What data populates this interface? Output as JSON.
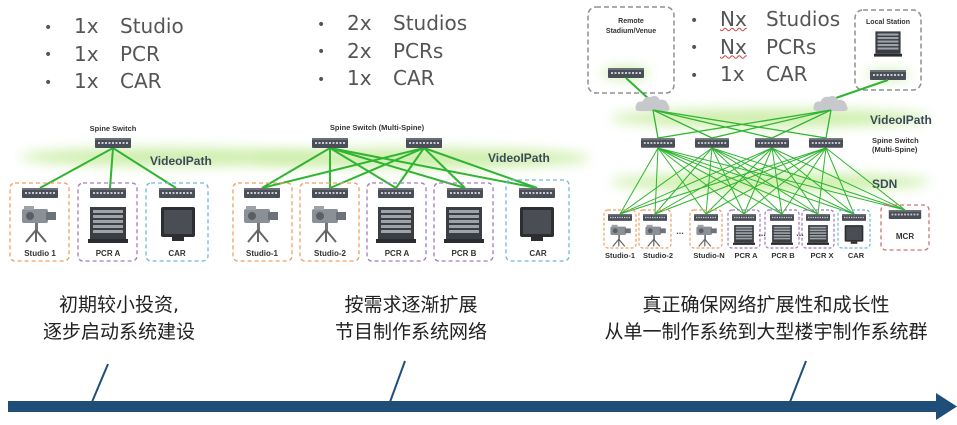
{
  "stages": [
    {
      "bullets": [
        {
          "count": "1x",
          "item": "Studio"
        },
        {
          "count": "1x",
          "item": "PCR"
        },
        {
          "count": "1x",
          "item": "CAR"
        }
      ],
      "spine_label": "Spine Switch",
      "fabric_label": "VideoIPath",
      "rooms": [
        "Studio 1",
        "PCR A",
        "CAR"
      ],
      "caption": [
        "初期较小投资,",
        "逐步启动系统建设"
      ]
    },
    {
      "bullets": [
        {
          "count": "2x",
          "item": "Studios"
        },
        {
          "count": "2x",
          "item": "PCRs"
        },
        {
          "count": "1x",
          "item": "CAR"
        }
      ],
      "spine_label": "Spine Switch (Multi-Spine)",
      "fabric_label": "VideoIPath",
      "rooms": [
        "Studio-1",
        "Studio-2",
        "PCR A",
        "PCR B",
        "CAR"
      ],
      "caption": [
        "按需求逐渐扩展",
        "节目制作系统网络"
      ]
    },
    {
      "bullets": [
        {
          "count": "Nx",
          "item": "Studios"
        },
        {
          "count": "Nx",
          "item": "PCRs"
        },
        {
          "count": "1x",
          "item": "CAR"
        }
      ],
      "remote_label": [
        "Remote",
        "Stadium/Venue"
      ],
      "local_label": "Local Station",
      "fabric_label": "VideoIPath",
      "spine_label": [
        "Spine Switch",
        "(Multi-Spine)"
      ],
      "sdn_label": "SDN",
      "ellipsis": "...",
      "rooms": [
        "Studio-1",
        "Studio-2",
        "Studio-N",
        "PCR A",
        "PCR B",
        "PCR X",
        "CAR"
      ],
      "mcr_label": "MCR",
      "caption": [
        "真正确保网络扩展性和成长性",
        "从单一制作系统到大型楼宇制作系统群"
      ]
    }
  ],
  "colors": {
    "link": "#2fb52f",
    "glow": "#cdeeaa",
    "arrow": "#1f4e79",
    "studio_border": "#f0a060",
    "pcr_border": "#a07cc0",
    "car_border": "#70b8d8",
    "mcr_border": "#d07070",
    "remote_border": "#909090"
  },
  "icons": [
    "bullet-dot",
    "network-switch-icon",
    "camera-icon",
    "server-rack-icon",
    "monitor-icon",
    "cloud-icon"
  ]
}
